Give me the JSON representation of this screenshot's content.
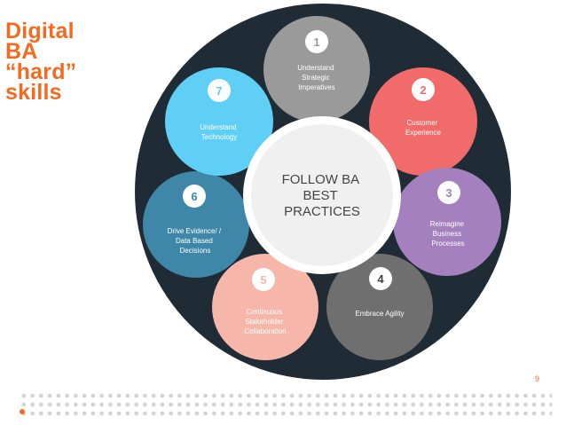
{
  "slide": {
    "title_lines": [
      "Digital",
      "BA",
      "“hard”",
      "skills"
    ],
    "page_number": "9"
  },
  "diagram": {
    "center_lines": [
      "FOLLOW BA",
      "BEST",
      "PRACTICES"
    ],
    "skills": [
      {
        "number": "1",
        "lines": [
          "Understand",
          "Strategic",
          "Imperatives"
        ],
        "color": "#9a9a9a",
        "badge_text_color": "#9a9a9a"
      },
      {
        "number": "2",
        "lines": [
          "Customer",
          "Experience"
        ],
        "color": "#f26b6b",
        "badge_text_color": "#f26b6b"
      },
      {
        "number": "3",
        "lines": [
          "Reimagine",
          "Business",
          "Processes"
        ],
        "color": "#a480bf",
        "badge_text_color": "#a480bf"
      },
      {
        "number": "4",
        "lines": [
          "Embrace Agility"
        ],
        "color": "#6f6f6f",
        "badge_text_color": "#3f3f3f"
      },
      {
        "number": "5",
        "lines": [
          "Continuous",
          "Stakeholder",
          "Collaboration"
        ],
        "color": "#f7b6aa",
        "badge_text_color": "#f7b6aa"
      },
      {
        "number": "6",
        "lines": [
          "Drive Evidence/ /",
          "Data Based",
          "Decisions"
        ],
        "color": "#3e87a8",
        "badge_text_color": "#3e87a8"
      },
      {
        "number": "7",
        "lines": [
          "Understand",
          "Technology"
        ],
        "color": "#5fcff5",
        "badge_text_color": "#5fcff5"
      }
    ],
    "colors": {
      "outer_ring": "#1f2b35",
      "center_fill": "#f0f0f0",
      "center_text": "#444444",
      "accent": "#f26b21"
    }
  }
}
